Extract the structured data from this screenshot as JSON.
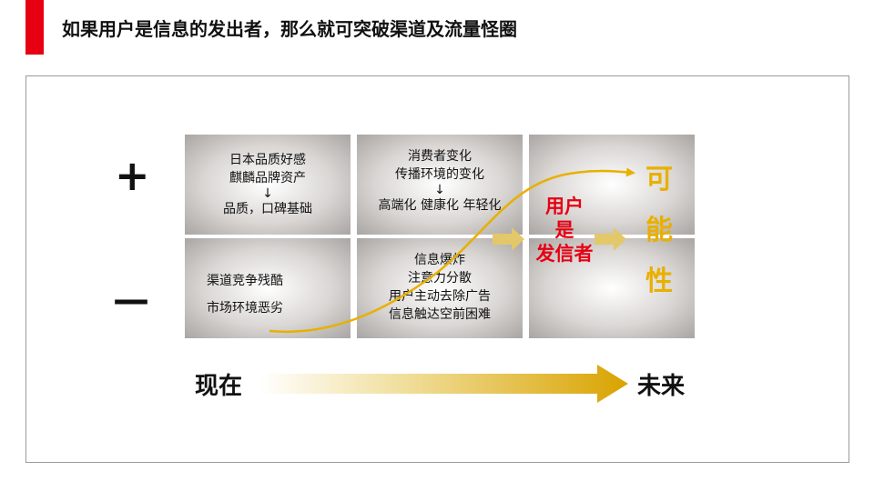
{
  "title": "如果用户是信息的发出者，那么就可突破渠道及流量怪圈",
  "colors": {
    "accent": "#e60012",
    "gold": "#e8b000",
    "user_red": "#e60012"
  },
  "signs": {
    "plus": "+",
    "minus": "—"
  },
  "grid": {
    "top_left": {
      "line1": "日本品质好感",
      "line2": "麒麟品牌资产",
      "arrow": "↓",
      "line3": "品质，口碑基础"
    },
    "top_middle": {
      "line1": "消费者变化",
      "line2": "传播环境的变化",
      "arrow": "↓",
      "line3": "高端化 健康化 年轻化"
    },
    "bottom_left": {
      "line1": "渠道竞争残酷",
      "line2": "市场环境恶劣"
    },
    "bottom_middle": {
      "line1": "信息爆炸",
      "line2": "注意力分散",
      "line3": "用户主动去除广告",
      "line4": "信息触达空前困难"
    }
  },
  "user_label": {
    "line1": "用户",
    "line2": "是",
    "line3": "发信者"
  },
  "possible_label": {
    "c1": "可",
    "c2": "能",
    "c3": "性"
  },
  "timeline": {
    "start": "现在",
    "end": "未来"
  }
}
